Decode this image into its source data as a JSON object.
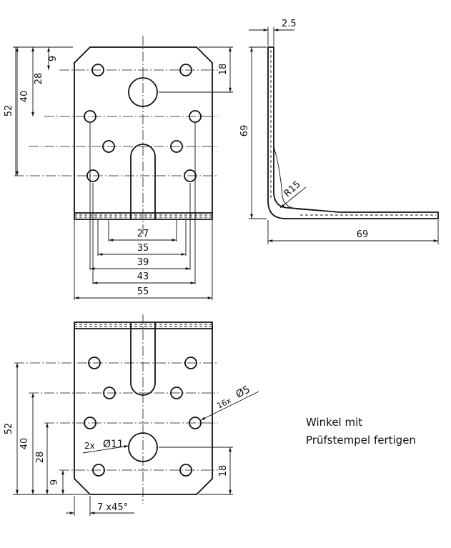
{
  "front_view": {
    "dims": {
      "d27": "27",
      "d35": "35",
      "d39": "39",
      "d43": "43",
      "d55": "55",
      "v9": "9",
      "v28": "28",
      "v40": "40",
      "v52": "52",
      "v18": "18"
    }
  },
  "side_view": {
    "dims": {
      "thickness": "2.5",
      "height": "69",
      "width": "69",
      "radius": "R15"
    }
  },
  "bottom_view": {
    "dims": {
      "v52": "52",
      "v40": "40",
      "v28": "28",
      "v9": "9",
      "v18": "18",
      "holes_small": "16x",
      "dia_small": "Ø5",
      "holes_large": "2x",
      "dia_large": "Ø11",
      "chamfer": "7 x45°"
    }
  },
  "note": {
    "line1": "Winkel mit",
    "line2": "Prüfstempel fertigen"
  }
}
